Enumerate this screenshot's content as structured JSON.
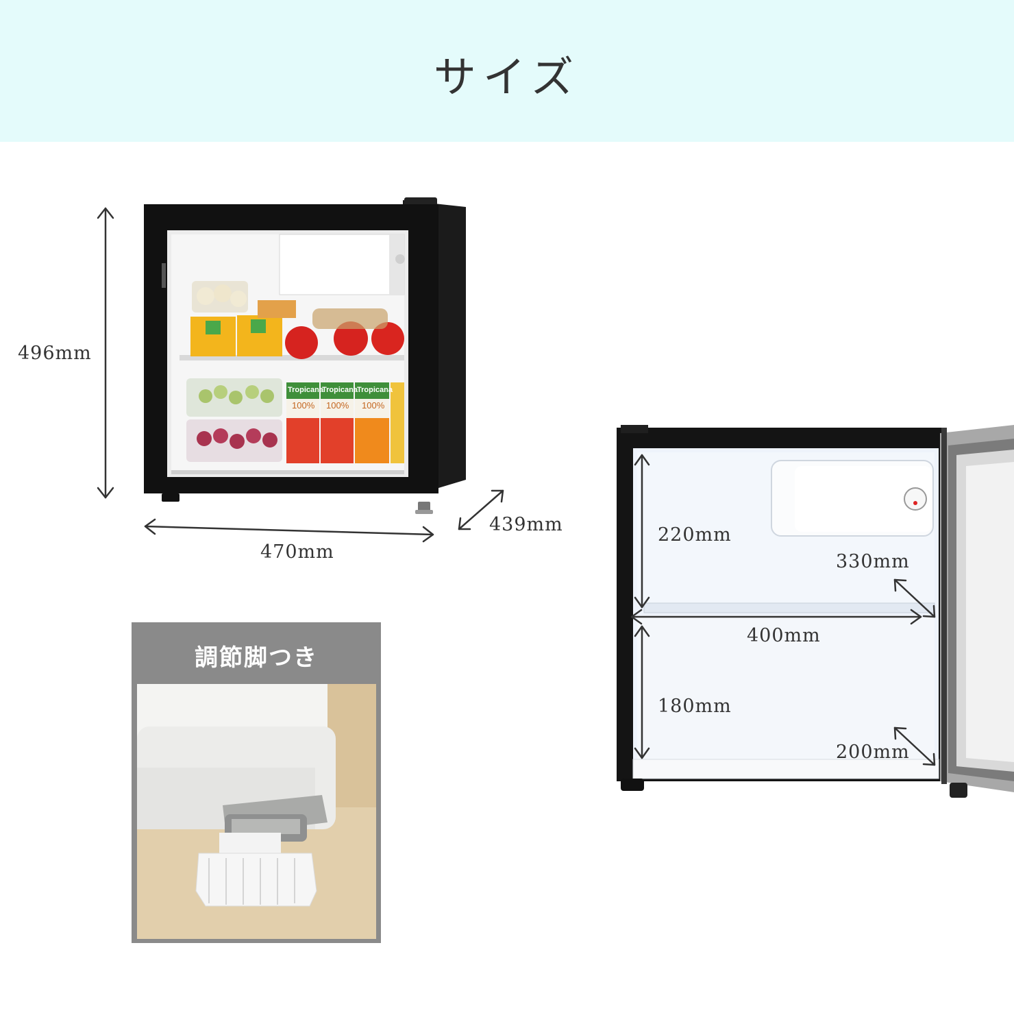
{
  "header": {
    "title": "サイズ"
  },
  "front_view": {
    "height": "496mm",
    "width": "470mm",
    "depth": "439mm",
    "pack_labels": [
      "Tropicana",
      "Tropicana",
      "Tropicana"
    ],
    "pack_percent": [
      "100%",
      "100%",
      "100%"
    ]
  },
  "interior_view": {
    "upper_height": "220mm",
    "upper_depth": "330mm",
    "inner_width": "400mm",
    "lower_height": "180mm",
    "lower_depth": "200mm"
  },
  "adjustable_leg": {
    "label": "調節脚つき"
  },
  "colors": {
    "header_bg": "#e4fbfb",
    "fridge_body": "#151515",
    "interior": "#f2f6fb",
    "leg_caption_bg": "#8a8a8a",
    "floor": "#e2cfac"
  }
}
